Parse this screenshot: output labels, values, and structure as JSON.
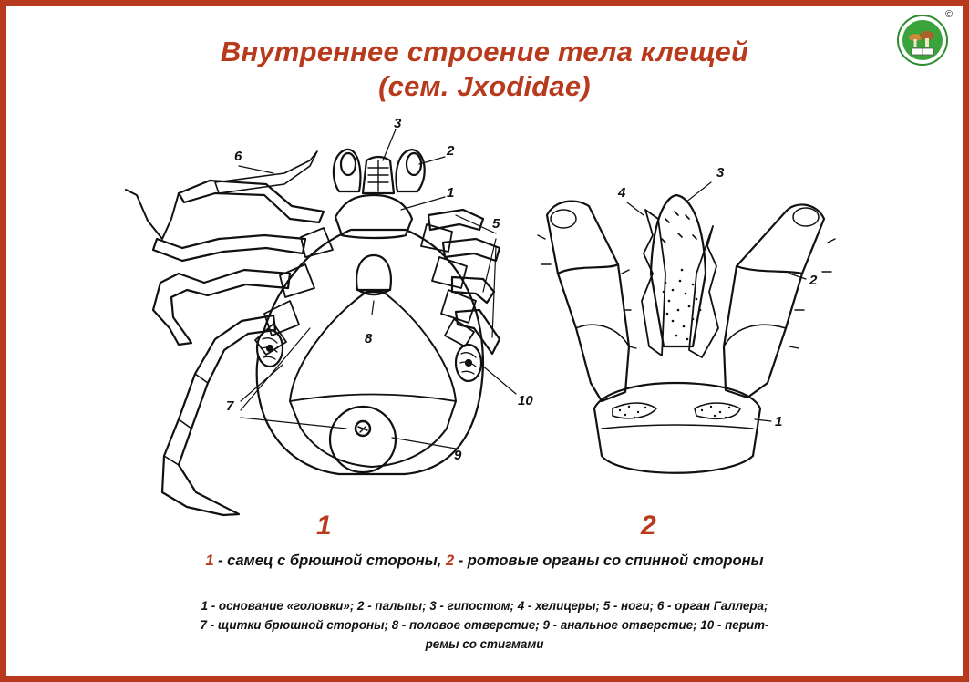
{
  "title": {
    "line1": "Внутреннее строение тела клещей",
    "line2": "(сем. Jxodidae)"
  },
  "figure1": {
    "number": "1",
    "labels": {
      "l1": "1",
      "l2": "2",
      "l3": "3",
      "l5": "5",
      "l6": "6",
      "l7": "7",
      "l8": "8",
      "l9": "9",
      "l10": "10"
    }
  },
  "figure2": {
    "number": "2",
    "labels": {
      "l1": "1",
      "l2": "2",
      "l3": "3",
      "l4": "4"
    }
  },
  "caption": {
    "num1": "1",
    "text1": " - самец с брюшной стороны, ",
    "num2": "2",
    "text2": " - ротовые органы со спинной стороны"
  },
  "legend": {
    "line1": "1 - основание «головки»; 2 -  пальпы; 3 - гипостом; 4 - хелицеры; 5 - ноги; 6 - орган Галлера;",
    "line2": "7 - щитки брюшной стороны; 8 - половое отверстие; 9 - анальное отверстие; 10 - перит-",
    "line3": "ремы со стигмами"
  },
  "logo": {
    "copyright": "©",
    "icon": "book-mushrooms-logo-icon"
  },
  "colors": {
    "accent": "#b83a1c",
    "logo_green": "#2e8b2e"
  }
}
